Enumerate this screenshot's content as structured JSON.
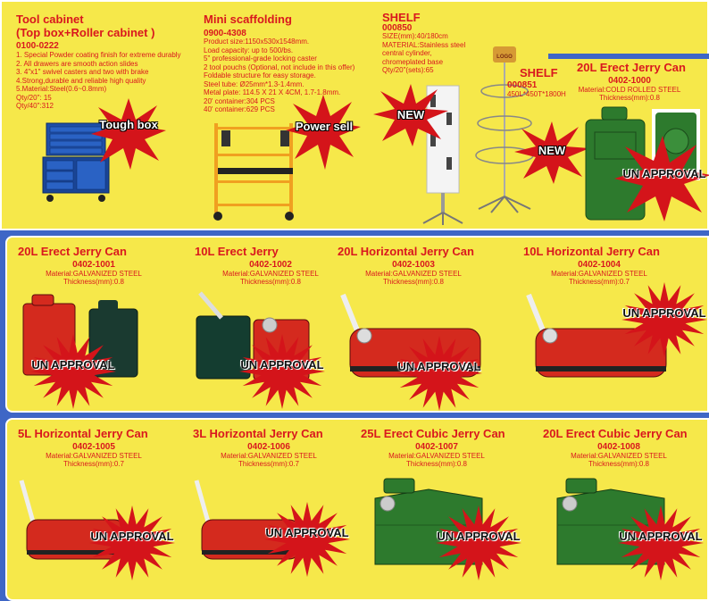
{
  "top": {
    "tool_cabinet": {
      "title": "Tool cabinet",
      "subtitle": "(Top box+Roller cabinet )",
      "code": "0100-0222",
      "specs": [
        "1. Special Powder coating finish  for extreme durably",
        "2. All drawers are smooth action slides",
        "3. 4\"x1\" swivel casters and two with brake",
        "4.Strong,durable and reliable high quality",
        "5.Material:Steel(0.6~0.8mm)",
        "Qty/20\": 15",
        "Qty/40\":312"
      ],
      "badge": "Tough box"
    },
    "scaffolding": {
      "title": "Mini scaffolding",
      "code": "0900-4308",
      "specs": [
        "Product size:1150x530x1548mm.",
        "Load capacity: up to 500/bs.",
        "5\" professional-grade locking caster",
        "2 tool pouchs (Optional, not include in this offer)",
        "Foldable structure for easy storage.",
        "Steel tube: Ø25mm*1.3-1.4mm.",
        "Metal plate: 114.5 X 21 X 4CM, 1.7-1.8mm.",
        "20' container:304   PCS",
        "40' container:629   PCS"
      ],
      "badge": "Power sell"
    },
    "shelf1": {
      "title": "SHELF",
      "code": "000850",
      "specs": [
        "SIZE(mm):40/180cm",
        "MATERIAL:Stainless steel",
        "central cylinder,",
        "chromeplated base",
        "Qty/20\"(sets):65"
      ],
      "badge": "NEW"
    },
    "shelf2": {
      "title": "SHELF",
      "code": "000851",
      "specs": [
        "450L*450T*1800H"
      ],
      "badge": "NEW"
    },
    "can_top": {
      "title": "20L Erect Jerry Can",
      "code": "0402-1000",
      "material": "Material:COLD ROLLED STEEL",
      "thickness": "Thickness(mm):0.8",
      "badge": "UN APPROVAL"
    }
  },
  "mid": [
    {
      "title": "20L Erect Jerry Can",
      "code": "0402-1001",
      "material": "Material:GALVANIZED STEEL",
      "thickness": "Thickness(mm):0.8",
      "badge": "UN APPROVAL"
    },
    {
      "title": "10L Erect Jerry",
      "code": "0402-1002",
      "material": "Material:GALVANIZED STEEL",
      "thickness": "Thickness(mm):0.8",
      "badge": "UN APPROVAL"
    },
    {
      "title": "20L Horizontal Jerry Can",
      "code": "0402-1003",
      "material": "Material:GALVANIZED STEEL",
      "thickness": "Thickness(mm):0.8",
      "badge": "UN APPROVAL"
    },
    {
      "title": "10L Horizontal Jerry Can",
      "code": "0402-1004",
      "material": "Material:GALVANIZED STEEL",
      "thickness": "Thickness(mm):0.7",
      "badge": "UN APPROVAL"
    }
  ],
  "bot": [
    {
      "title": "5L Horizontal Jerry Can",
      "code": "0402-1005",
      "material": "Material:GALVANIZED STEEL",
      "thickness": "Thickness(mm):0.7",
      "badge": "UN APPROVAL"
    },
    {
      "title": "3L Horizontal Jerry Can",
      "code": "0402-1006",
      "material": "Material:GALVANIZED STEEL",
      "thickness": "Thickness(mm):0.7",
      "badge": "UN APPROVAL"
    },
    {
      "title": "25L Erect Cubic Jerry Can",
      "code": "0402-1007",
      "material": "Material:GALVANIZED STEEL",
      "thickness": "Thickness(mm):0.8",
      "badge": "UN APPROVAL"
    },
    {
      "title": "20L Erect Cubic Jerry Can",
      "code": "0402-1008",
      "material": "Material:GALVANIZED STEEL",
      "thickness": "Thickness(mm):0.8",
      "badge": "UN APPROVAL"
    }
  ],
  "colors": {
    "background": "#3e66c6",
    "panel": "#f6e84a",
    "text_red": "#d9181e",
    "burst_red": "#d4141a",
    "can_red": "#d42a1e",
    "can_green": "#2d7a2d",
    "cabinet_blue": "#1f4fa8"
  }
}
